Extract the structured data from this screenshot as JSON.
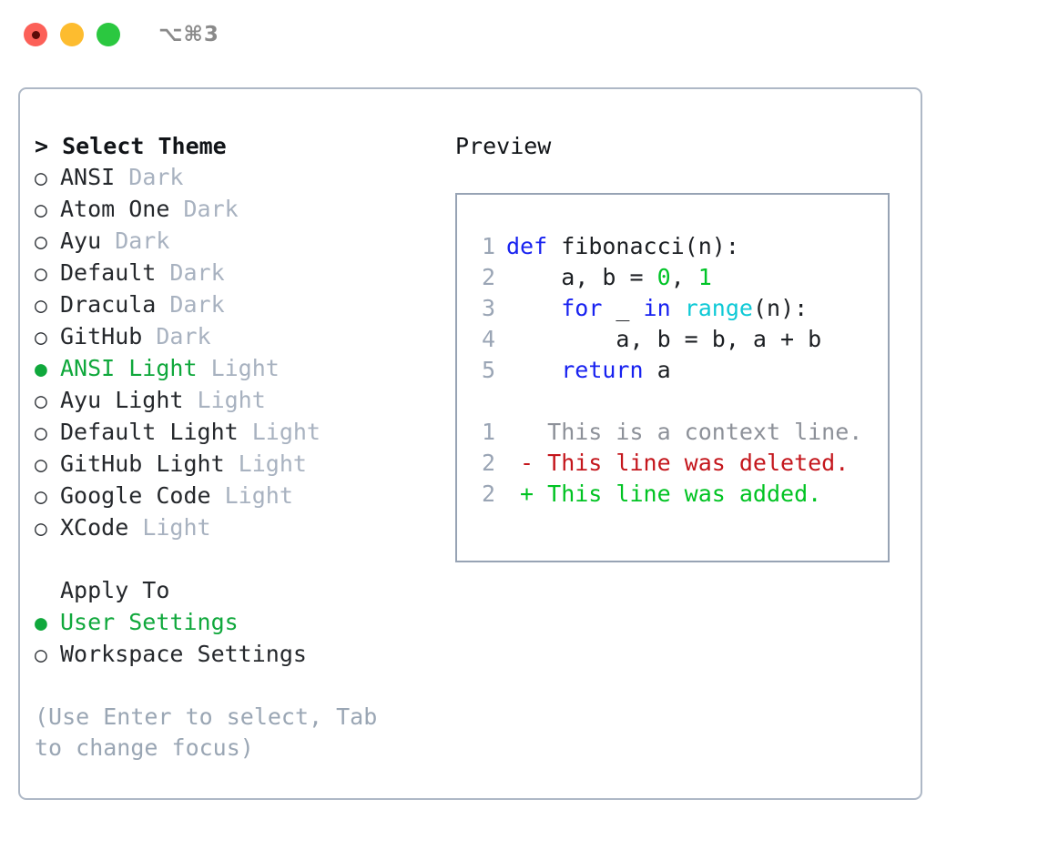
{
  "window": {
    "shortcut_hint": "⌥⌘3",
    "traffic_lights": [
      {
        "name": "close",
        "color": "#fc6058"
      },
      {
        "name": "minimize",
        "color": "#fdbc2f"
      },
      {
        "name": "maximize",
        "color": "#2bc840"
      }
    ]
  },
  "accent": {
    "selected_green": "#10a83c",
    "tag_gray": "#a8b2c0",
    "help_gray": "#9aa6b4",
    "border": "#aeb8c6",
    "code_border": "#97a3b4"
  },
  "theme_picker": {
    "heading": "Select Theme",
    "prompt": "> ",
    "marker_selected": "●",
    "marker_unselected": "○",
    "items": [
      {
        "name": "ANSI",
        "tag": "Dark",
        "selected": false
      },
      {
        "name": "Atom One",
        "tag": "Dark",
        "selected": false
      },
      {
        "name": "Ayu",
        "tag": "Dark",
        "selected": false
      },
      {
        "name": "Default",
        "tag": "Dark",
        "selected": false
      },
      {
        "name": "Dracula",
        "tag": "Dark",
        "selected": false
      },
      {
        "name": "GitHub",
        "tag": "Dark",
        "selected": false
      },
      {
        "name": "ANSI Light",
        "tag": "Light",
        "selected": true
      },
      {
        "name": "Ayu Light",
        "tag": "Light",
        "selected": false
      },
      {
        "name": "Default Light",
        "tag": "Light",
        "selected": false
      },
      {
        "name": "GitHub Light",
        "tag": "Light",
        "selected": false
      },
      {
        "name": "Google Code",
        "tag": "Light",
        "selected": false
      },
      {
        "name": "XCode",
        "tag": "Light",
        "selected": false
      }
    ]
  },
  "apply_to": {
    "heading": "Apply To",
    "items": [
      {
        "name": "User Settings",
        "selected": true
      },
      {
        "name": "Workspace Settings",
        "selected": false
      }
    ]
  },
  "help_text": "(Use Enter to select, Tab to change focus)",
  "preview": {
    "heading": "Preview",
    "code_lines": [
      {
        "number": "1",
        "tokens": [
          {
            "t": "def ",
            "c": "kw"
          },
          {
            "t": "fibonacci(n):",
            "c": "plain"
          }
        ]
      },
      {
        "number": "2",
        "tokens": [
          {
            "t": "    a, b = ",
            "c": "plain"
          },
          {
            "t": "0",
            "c": "num"
          },
          {
            "t": ", ",
            "c": "plain"
          },
          {
            "t": "1",
            "c": "num"
          }
        ]
      },
      {
        "number": "3",
        "tokens": [
          {
            "t": "    ",
            "c": "plain"
          },
          {
            "t": "for",
            "c": "kw"
          },
          {
            "t": " _ ",
            "c": "plain"
          },
          {
            "t": "in",
            "c": "kw"
          },
          {
            "t": " ",
            "c": "plain"
          },
          {
            "t": "range",
            "c": "fn"
          },
          {
            "t": "(n):",
            "c": "plain"
          }
        ]
      },
      {
        "number": "4",
        "tokens": [
          {
            "t": "        a, b = b, a + b",
            "c": "plain"
          }
        ]
      },
      {
        "number": "5",
        "tokens": [
          {
            "t": "    ",
            "c": "plain"
          },
          {
            "t": "return",
            "c": "kw"
          },
          {
            "t": " a",
            "c": "plain"
          }
        ]
      }
    ],
    "diff_lines": [
      {
        "number": "1",
        "sign": " ",
        "text": "This is a context line.",
        "kind": "ctx"
      },
      {
        "number": "2",
        "sign": "-",
        "text": "This line was deleted.",
        "kind": "del"
      },
      {
        "number": "2",
        "sign": "+",
        "text": "This line was added.",
        "kind": "add"
      }
    ]
  }
}
